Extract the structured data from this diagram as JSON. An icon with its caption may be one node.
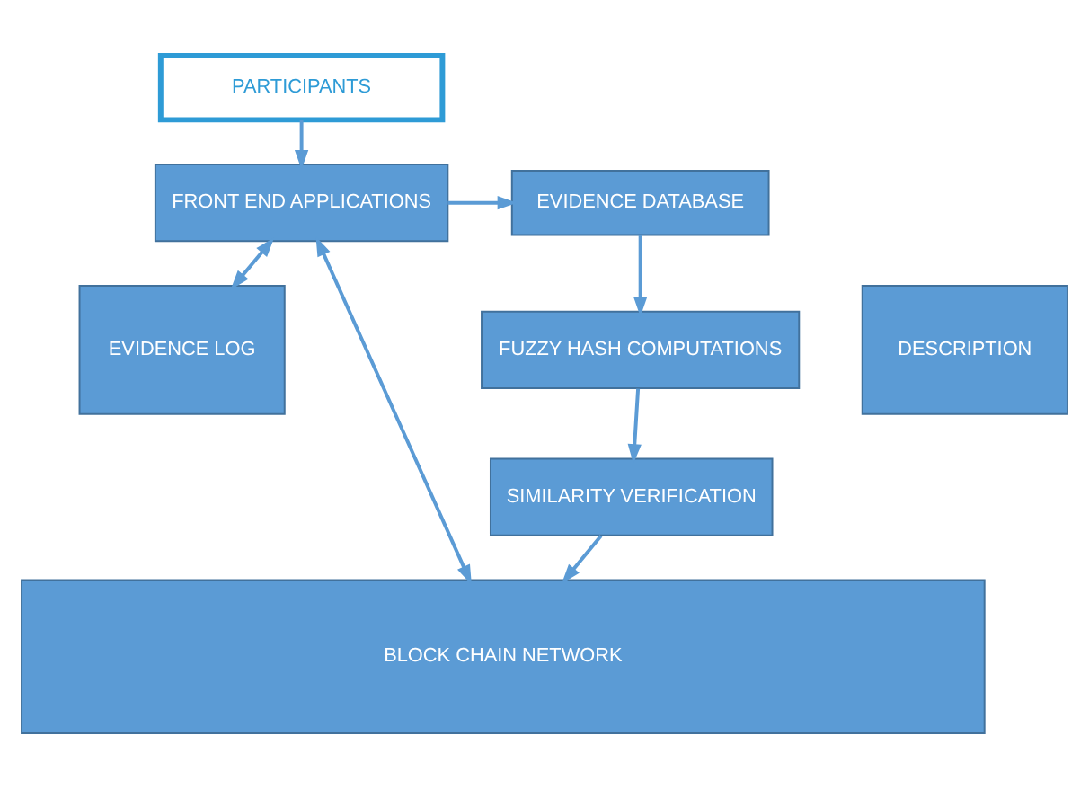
{
  "diagram": {
    "nodes": [
      {
        "text": [
          "PARTICIPANTS"
        ]
      },
      {
        "text": [
          "FRONT END APPLICATIONS"
        ]
      },
      {
        "text": [
          "EVIDENCE DATABASE"
        ]
      },
      {
        "text": [
          "FUZZY HASH COMPUTATIONS"
        ]
      },
      {
        "text": [
          "SIMILARITY VERIFICATION"
        ]
      },
      {
        "text": [
          "EVIDENCE LOG"
        ]
      },
      {
        "text": [
          "DESCRIPTION"
        ]
      },
      {
        "text": [
          "BLOCK CHAIN NETWORK"
        ]
      }
    ],
    "edges": [
      {
        "from": 0,
        "to": 1,
        "arrow": "to"
      },
      {
        "from": 1,
        "to": 2,
        "arrow": "to"
      },
      {
        "from": 2,
        "to": 3,
        "arrow": "to"
      },
      {
        "from": 3,
        "to": 4,
        "arrow": "to"
      },
      {
        "from": 4,
        "to": 7,
        "arrow": "to"
      },
      {
        "from": 1,
        "to": 5,
        "arrow": "both"
      },
      {
        "from": 1,
        "to": 7,
        "arrow": "both"
      }
    ]
  }
}
